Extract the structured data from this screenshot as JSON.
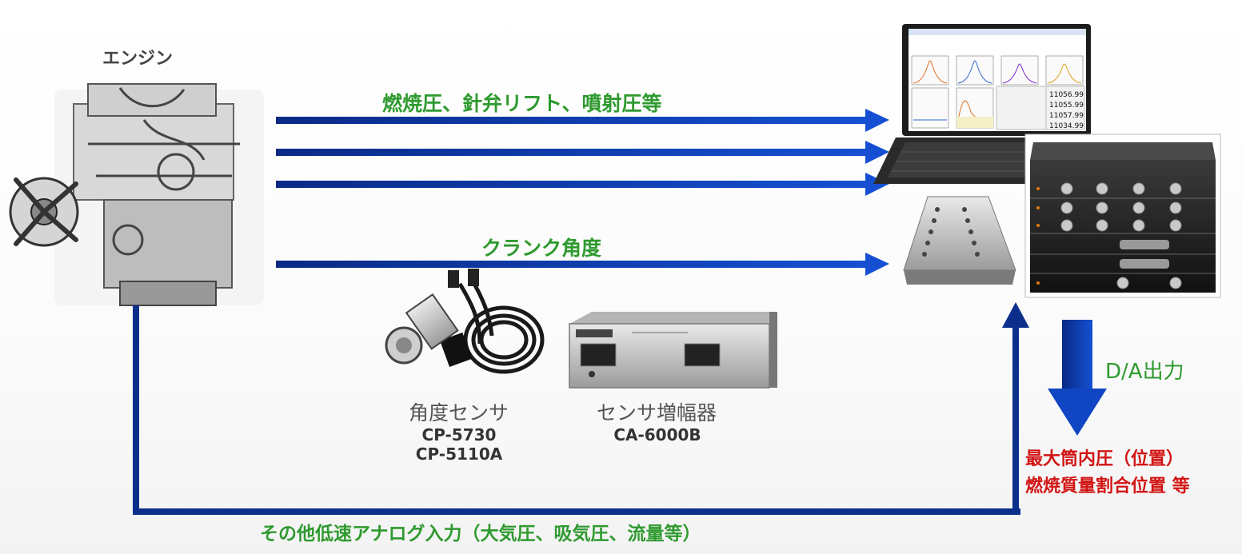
{
  "labels": {
    "engine": "エンジン",
    "signal_top": "燃焼圧、針弁リフト、噴射圧等",
    "signal_crank": "クランク角度",
    "sensor_title": "角度センサ",
    "sensor_model_1": "CP-5730",
    "sensor_model_2": "CP-5110A",
    "amp_title": "センサ増幅器",
    "amp_model": "CA-6000B",
    "da_output": "D/A出力",
    "result_line1": "最大筒内圧（位置）",
    "result_line2": "燃焼質量割合位置 等",
    "low_speed_input": "その他低速アナログ入力（大気圧、吸気圧、流量等）"
  },
  "screen_readouts": [
    "11056.99",
    "11055.99",
    "11057.99",
    "11034.99"
  ],
  "colors": {
    "arrow_blue": "#0d2f8c",
    "label_green": "#2f9a2f",
    "label_red": "#d21414",
    "arrow_blue_light": "#1046c4"
  }
}
